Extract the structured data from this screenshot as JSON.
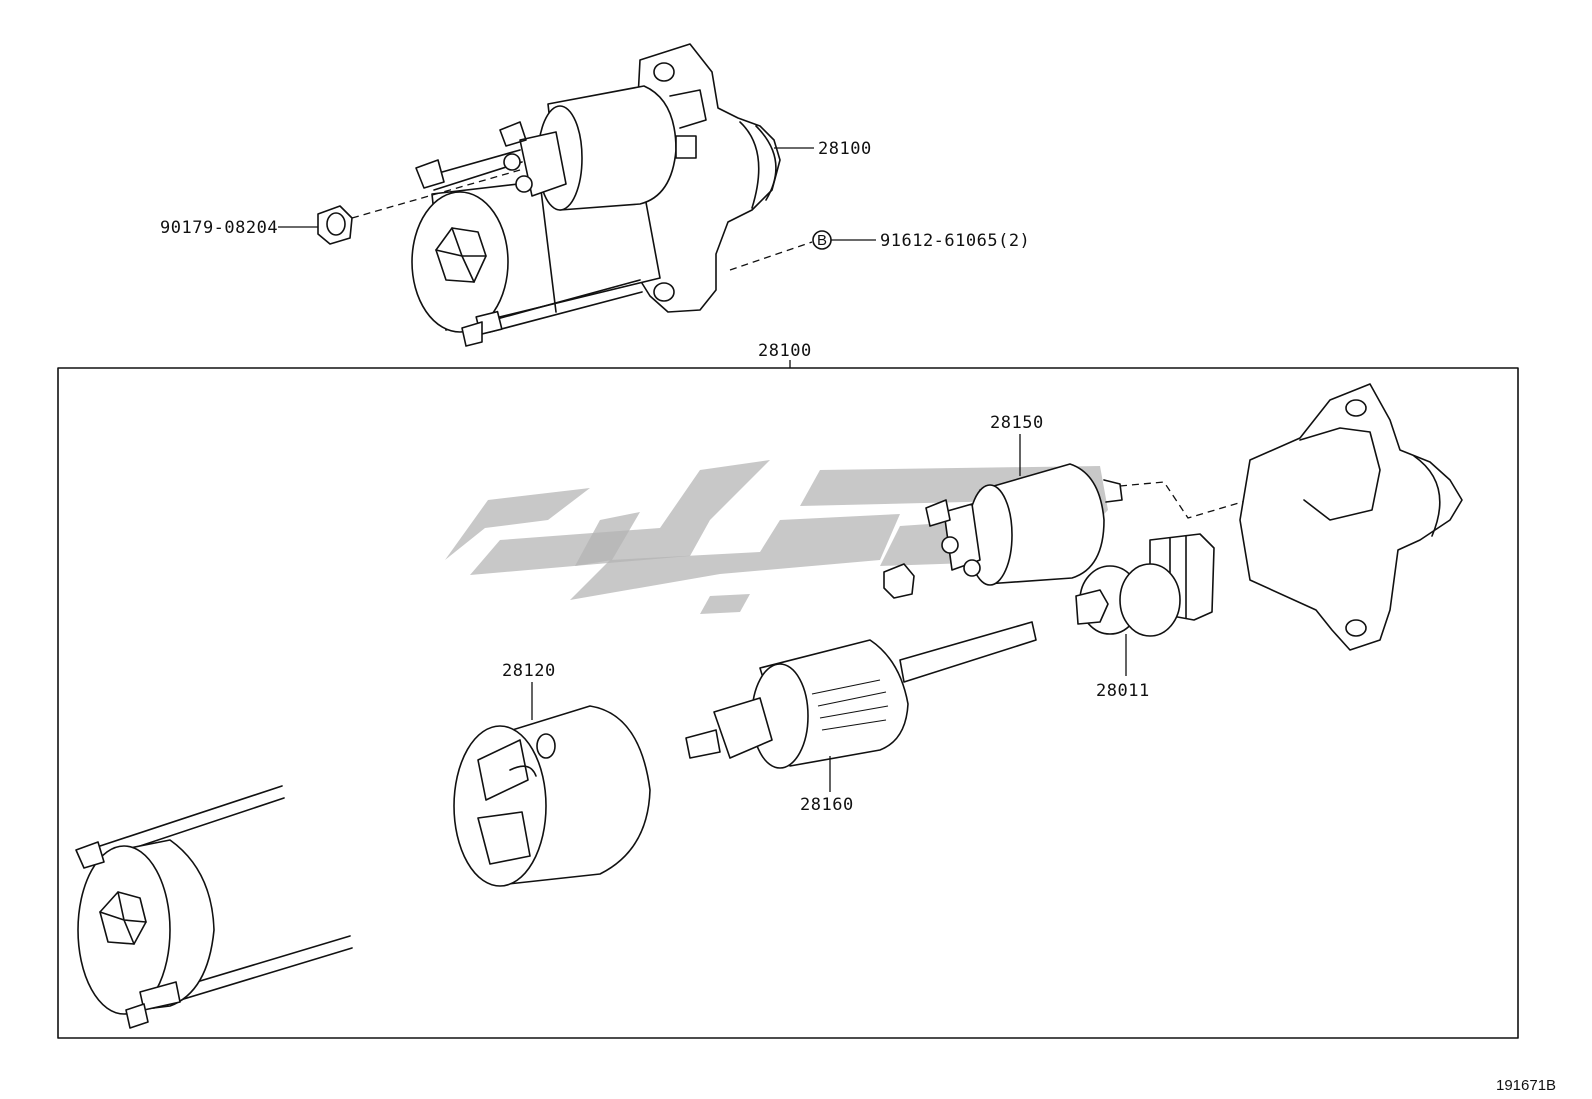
{
  "parts": {
    "starter_assy_top": "28100",
    "nut": "90179-08204",
    "bolt": "91612-61065(2)",
    "bolt_marker": "B",
    "starter_assy_box": "28100",
    "magnetic_switch": "28150",
    "yoke_assy": "28120",
    "armature": "28160",
    "clutch_sub_assy": "28011"
  },
  "figure_id": "191671B"
}
